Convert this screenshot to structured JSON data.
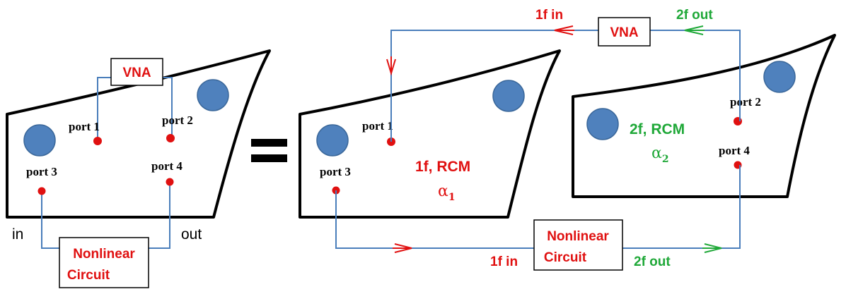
{
  "colors": {
    "wire": "#4a7ebb",
    "port": "#e01010",
    "sphere": "#4f81bd",
    "sphere_stroke": "#3a679a",
    "outline": "#000000",
    "red_text": "#e01010",
    "green_text": "#1fa838"
  },
  "left_cavity": {
    "vna": "VNA",
    "port1": "port 1",
    "port2": "port 2",
    "port3": "port 3",
    "port4": "port 4",
    "in": "in",
    "out": "out",
    "nonlinear_line1": "Nonlinear",
    "nonlinear_line2": "Circuit"
  },
  "equals": "=",
  "right_system": {
    "vna": "VNA",
    "top_in": "1f in",
    "top_out": "2f out",
    "bottom_in": "1f in",
    "bottom_out": "2f out",
    "port1": "port 1",
    "port2": "port 2",
    "port3": "port 3",
    "port4": "port 4",
    "rcm1": "1f, RCM",
    "rcm2": "2f, RCM",
    "alpha1_symbol": "α",
    "alpha1_sub": "1",
    "alpha2_symbol": "α",
    "alpha2_sub": "2",
    "nonlinear_line1": "Nonlinear",
    "nonlinear_line2": "Circuit"
  }
}
